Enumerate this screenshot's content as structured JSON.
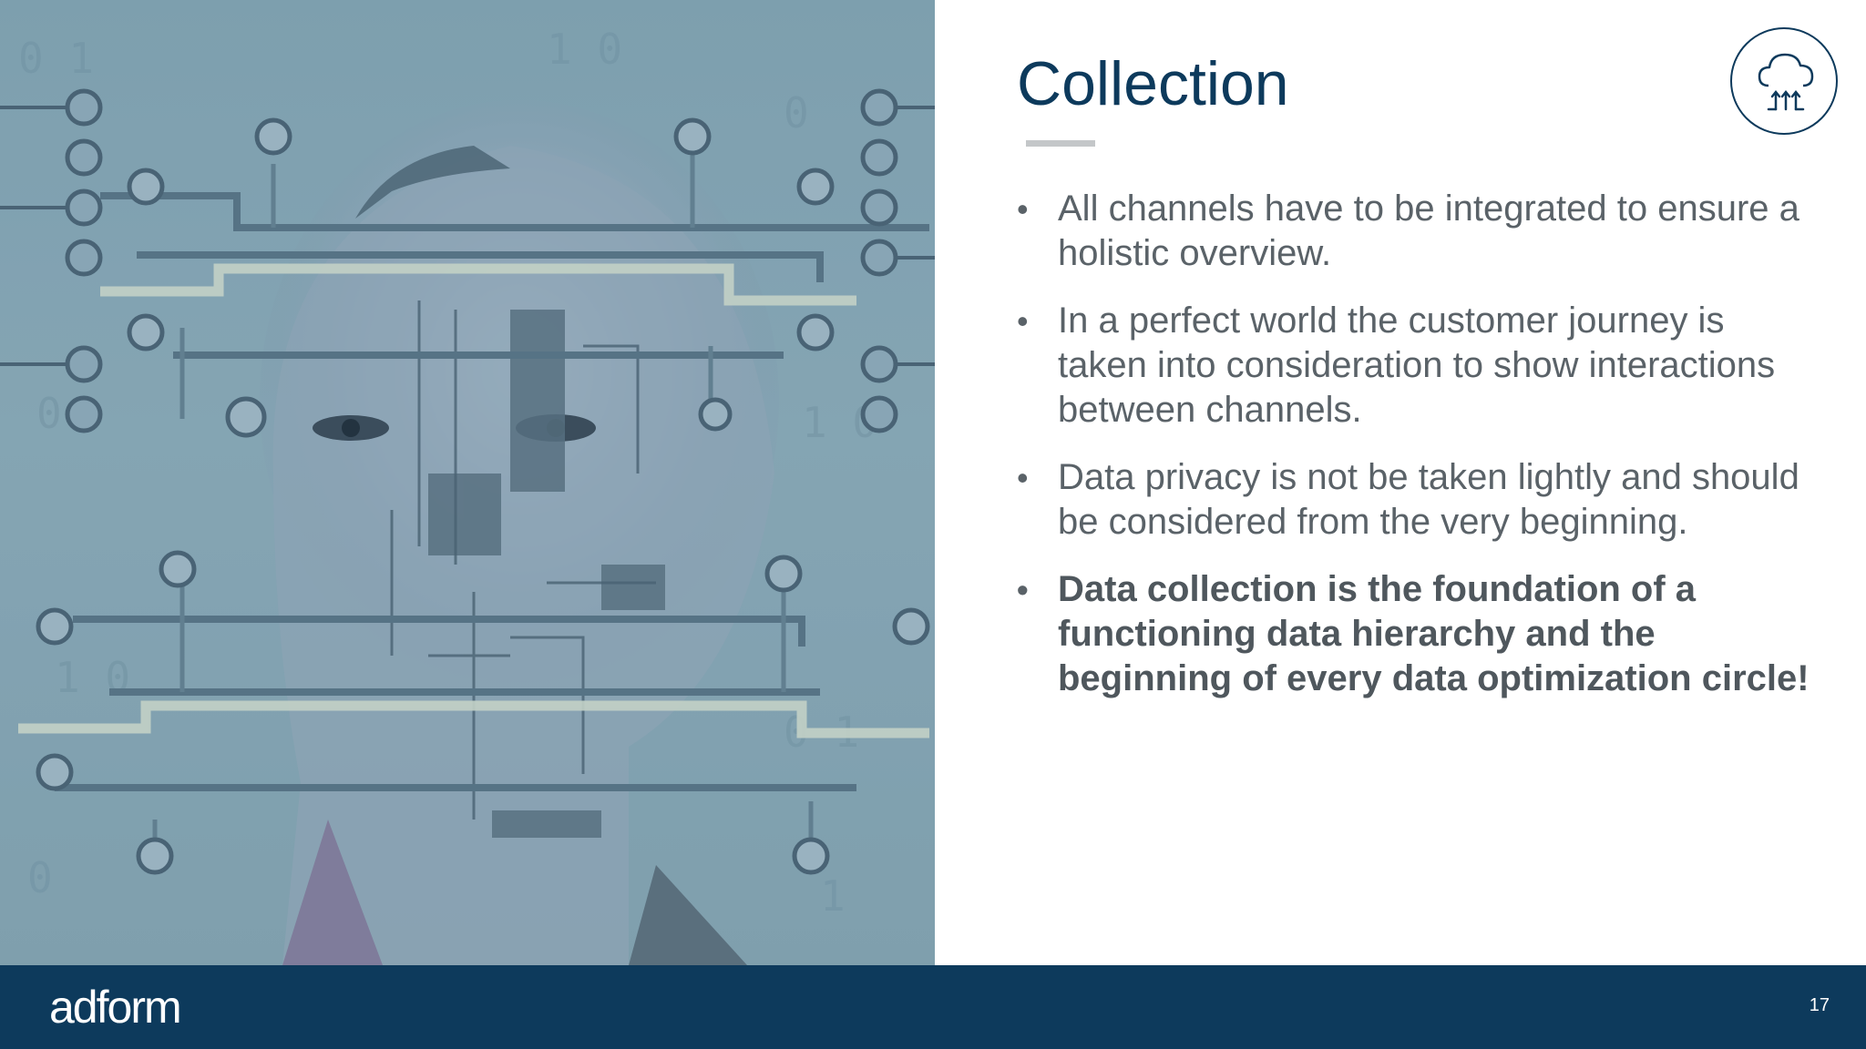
{
  "slide": {
    "title": "Collection",
    "bullets": [
      {
        "text": "All channels have to be integrated to ensure a holistic overview.",
        "bold": false
      },
      {
        "text": "In a perfect world the customer journey is taken into consideration to show interactions between channels.",
        "bold": false
      },
      {
        "text": "Data privacy is not be taken lightly and should be considered from the very beginning.",
        "bold": false
      },
      {
        "text": "Data collection is the foundation of a functioning data hierarchy and the beginning of every data optimization circle!",
        "bold": true
      }
    ],
    "bullet_glyph": "•",
    "icon": "cloud-upload-icon",
    "image": "circuit-board-face-photo"
  },
  "footer": {
    "logo_text": "adform",
    "page_number": "17"
  },
  "colors": {
    "brand_navy": "#0d3a5c",
    "body_text": "#5a6268",
    "image_tint": "#7f9fad",
    "rule_gray": "#c4c7c9"
  }
}
